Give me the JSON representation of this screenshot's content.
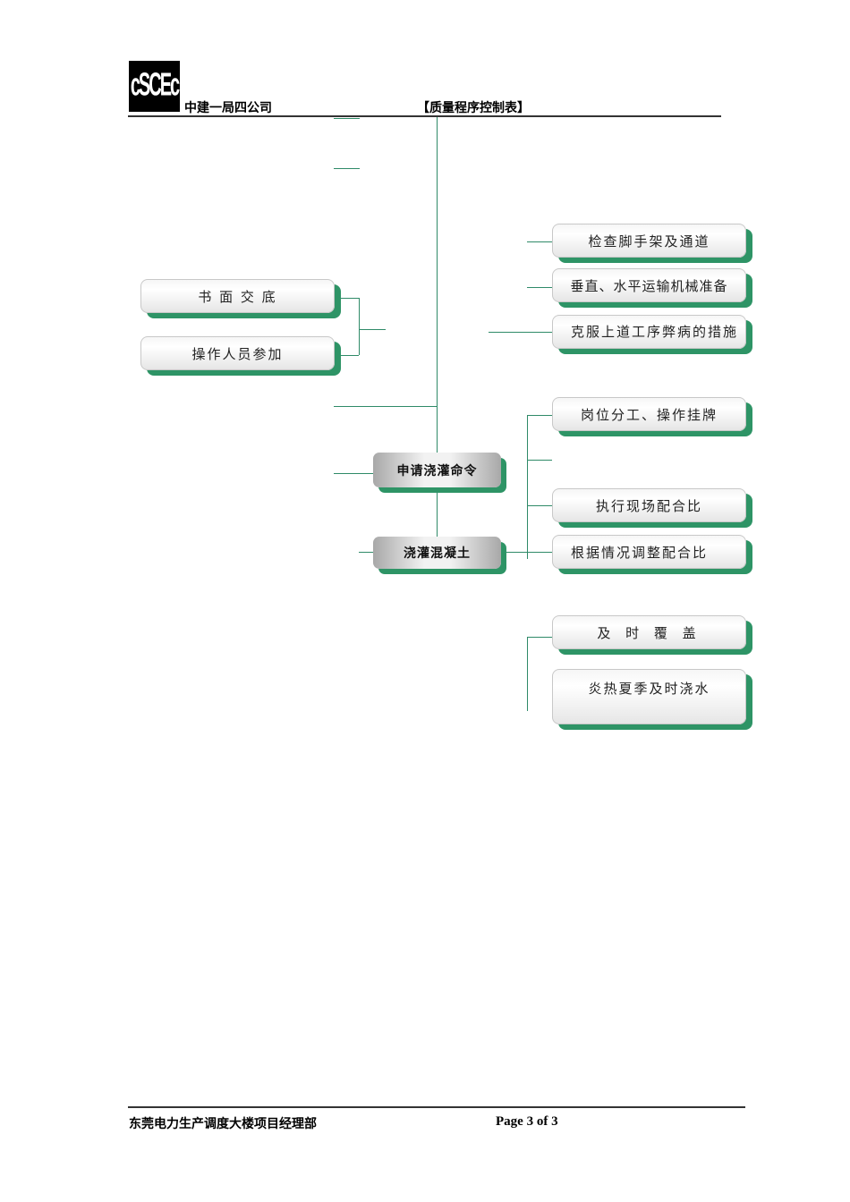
{
  "header": {
    "logo_text": "CSCEC",
    "company": "中建一局四公司",
    "title": "【质量程序控制表】"
  },
  "center": {
    "apply": "申请浇灌命令",
    "pour": "浇灌混凝土"
  },
  "left": [
    "书 面 交 底",
    "操作人员参加"
  ],
  "right": [
    "检查脚手架及通道",
    "垂直、水平运输机械准备",
    "克服上道工序弊病的措施",
    "岗位分工、操作挂牌",
    "执行现场配合比",
    "根据情况调整配合比",
    "及 时 覆 盖",
    "炎热夏季及时浇水"
  ],
  "footer": {
    "project": "东莞电力生产调度大楼项目经理部",
    "page": "Page 3 of 3"
  }
}
